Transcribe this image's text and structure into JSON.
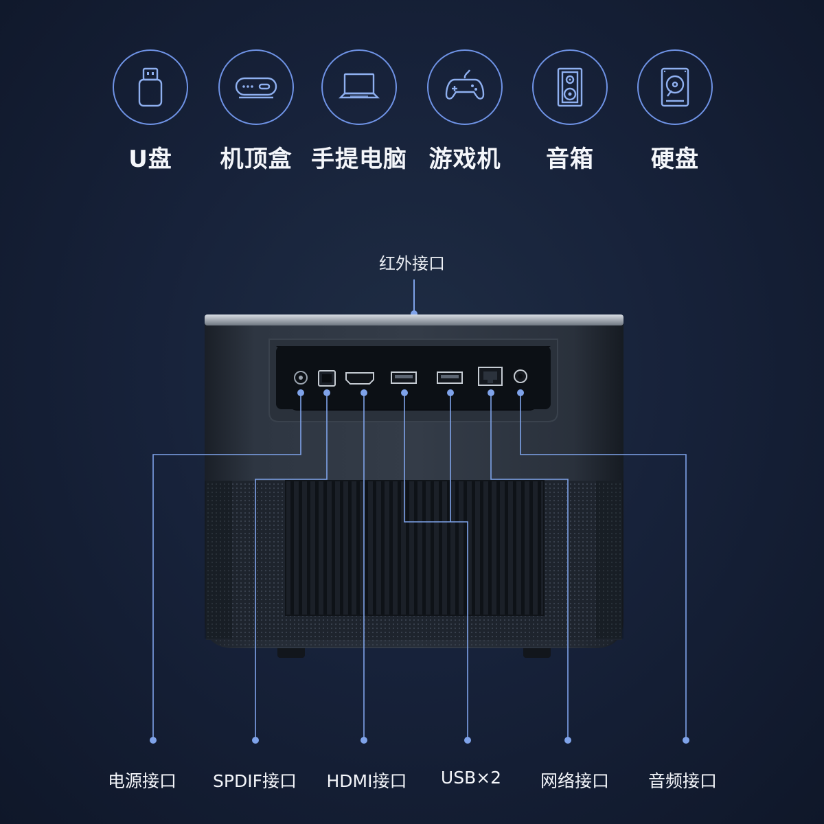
{
  "devices": [
    {
      "label": "U盘",
      "icon": "usb-drive-icon"
    },
    {
      "label": "机顶盒",
      "icon": "set-top-box-icon"
    },
    {
      "label": "手提电脑",
      "icon": "laptop-icon"
    },
    {
      "label": "游戏机",
      "icon": "gamepad-icon"
    },
    {
      "label": "音箱",
      "icon": "speaker-icon"
    },
    {
      "label": "硬盘",
      "icon": "hard-drive-icon"
    }
  ],
  "ir_label": "红外接口",
  "ports": [
    {
      "label": "电源接口"
    },
    {
      "label": "SPDIF接口"
    },
    {
      "label": "HDMI接口"
    },
    {
      "label": "USB×2"
    },
    {
      "label": "网络接口"
    },
    {
      "label": "音频接口"
    }
  ],
  "colors": {
    "accent": "#6f93e6",
    "line": "#7fa3ea",
    "background": "#17223a"
  }
}
